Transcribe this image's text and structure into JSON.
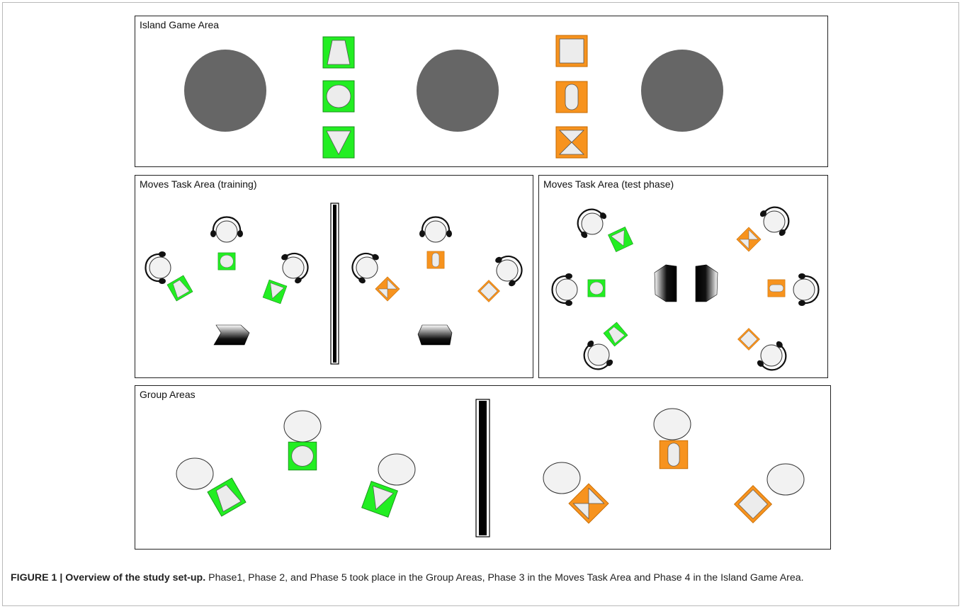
{
  "panels": {
    "island": {
      "title": "Island Game Area"
    },
    "training": {
      "title": "Moves Task Area (training)"
    },
    "test": {
      "title": "Moves Task Area (test phase)"
    },
    "group": {
      "title": "Group Areas"
    }
  },
  "caption": {
    "label": "FIGURE 1 | Overview of the study set-up.",
    "text": " Phase1, Phase 2, and Phase 5 took place in the Group Areas, Phase 3 in the Moves Task Area and Phase 4 in the Island Game Area."
  },
  "colors": {
    "green": "#22ee22",
    "orange": "#f7931e",
    "dark_gray": "#666666",
    "light_gray": "#ebebeb",
    "black": "#111111"
  }
}
